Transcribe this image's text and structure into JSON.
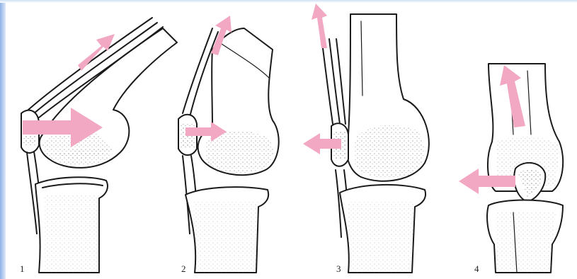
{
  "diagram": {
    "panels": [
      {
        "number": "1"
      },
      {
        "number": "2"
      },
      {
        "number": "3"
      },
      {
        "number": "4"
      }
    ],
    "colors": {
      "arrow": "#f2a7c3",
      "arrow_light": "#f7c2d6",
      "line": "#1a1a1a",
      "stipple": "#444444",
      "frame_blue": "#8fb2e6"
    },
    "icon_names": [
      "force-arrow-icon",
      "bone-outline",
      "tendon-strand"
    ]
  }
}
